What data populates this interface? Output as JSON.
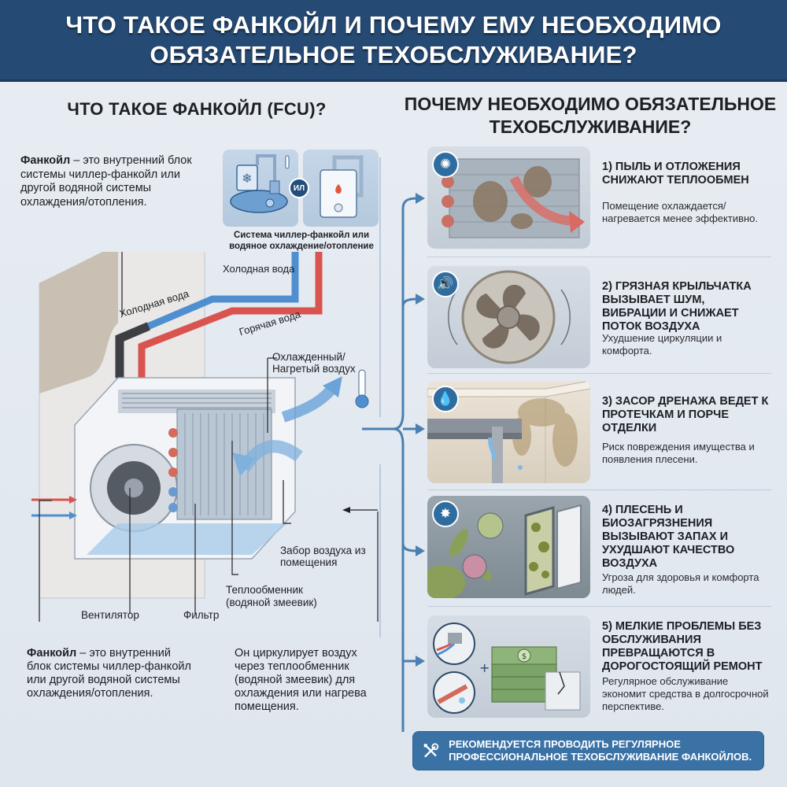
{
  "header": {
    "title": "ЧТО ТАКОЕ ФАНКОЙЛ И ПОЧЕМУ ЕМУ НЕОБХОДИМО ОБЯЗАТЕЛЬНОЕ ТЕХОБСЛУЖИВАНИЕ?"
  },
  "left": {
    "title": "ЧТО ТАКОЕ ФАНКОЙЛ (FCU)?",
    "definition_top": {
      "bold": "Фанкойл",
      "text": " – это внутренний блок системы чиллер-фанкойл или другой водяной системы охлаждения/отопления."
    },
    "systems": {
      "or_badge": "ИЛ",
      "caption": "Система чиллер-фанкойл или водяное охлаждение/отопление",
      "icons": [
        "chiller-snowflake-icon",
        "boiler-flame-icon"
      ]
    },
    "labels": {
      "cold_water_vertical": "Холодная вода",
      "cold_water_pipe": "Холодная вода",
      "hot_water_pipe": "Горячая вода",
      "air_out": "Охлажденный/ Нагретый воздух",
      "air_in": "Забор воздуха из помещения",
      "heat_exchanger": "Теплообменник",
      "heat_exchanger_sub": "(водяной змеевик)",
      "fan": "Вентилятор",
      "filter": "Фильтр"
    },
    "definition_bottom": {
      "bold": "Фанкойл",
      "text": " – это внутренний блок системы чиллер-фанкойл или другой водяной системы охлаждения/отопления."
    },
    "description_bottom": "Он циркулирует воздух через теплообменник (водяной змеевик) для охлаждения или нагрева помещения."
  },
  "right": {
    "title": "ПОЧЕМУ НЕОБХОДИМО ОБЯЗАТЕЛЬНОЕ ТЕХОБСЛУЖИВАНИЕ?",
    "reasons": [
      {
        "title": "1) Пыль и отложения снижают теплообмен",
        "desc": "Помещение охлаждается/ нагревается менее эффективно.",
        "icon": "dust-snowflake-icon"
      },
      {
        "title": "2) Грязная крыльчатка вызывает шум, вибрации и снижает поток воздуха",
        "desc": "Ухудшение циркуляции и комфорта.",
        "icon": "speaker-noise-icon"
      },
      {
        "title": "3) Засор дренажа ведет к протечкам и порче отделки",
        "desc": "Риск повреждения имущества и появления плесени.",
        "icon": "water-drop-icon"
      },
      {
        "title": "4) Плесень и биозагрязнения вызывают запах и ухудшают качество воздуха",
        "desc": "Угроза для здоровья и комфорта людей.",
        "icon": "bacteria-icon"
      },
      {
        "title": "5) Мелкие проблемы без обслуживания превращаются в дорогостоящий ремонт",
        "desc": "Регулярное обслуживание экономит средства в долгосрочной перспективе.",
        "icon": "money-icon"
      }
    ],
    "recommendation": "Рекомендуется проводить регулярное профессиональное техобслуживание фанкойлов."
  },
  "colors": {
    "header_bg": "#254a74",
    "accent_blue": "#3b72a6",
    "cold_pipe": "#4f8fd0",
    "hot_pipe": "#d9534f",
    "background": "#e4eaf1"
  }
}
